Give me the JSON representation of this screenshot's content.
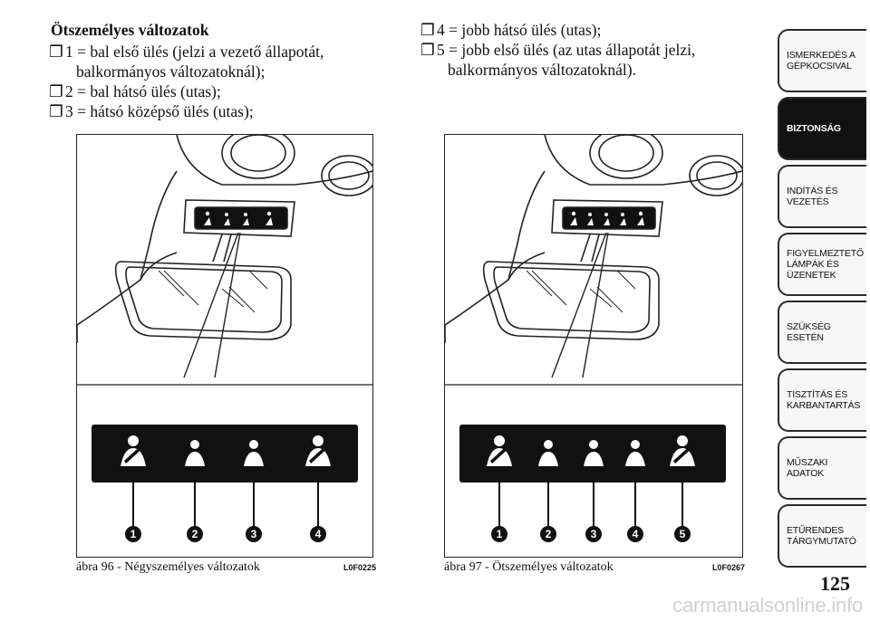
{
  "left_column": {
    "heading": "Ötszemélyes változatok",
    "items": [
      {
        "bullet": "❐",
        "lines": [
          "1 = bal első ülés (jelzi a vezető állapotát,",
          "balkormányos változatoknál);"
        ]
      },
      {
        "bullet": "❐",
        "lines": [
          "2 = bal hátsó ülés (utas);"
        ]
      },
      {
        "bullet": "❐",
        "lines": [
          "3 = hátsó középső ülés (utas);"
        ]
      }
    ]
  },
  "right_column": {
    "items": [
      {
        "bullet": "❐",
        "lines": [
          "4 = jobb hátsó ülés (utas);"
        ]
      },
      {
        "bullet": "❐",
        "lines": [
          "5 = jobb első ülés (az utas állapotát jelzi,",
          "balkormányos változatoknál)."
        ]
      }
    ]
  },
  "figures": [
    {
      "caption": "ábra 96 - Négyszemélyes változatok",
      "code": "L0F0225",
      "callouts": [
        "1",
        "2",
        "3",
        "4"
      ],
      "icon": "seatbelt-icon"
    },
    {
      "caption": "ábra 97 - Ötszemélyes változatok",
      "code": "L0F0267",
      "callouts": [
        "1",
        "2",
        "3",
        "4",
        "5"
      ],
      "icon": "seatbelt-icon"
    }
  ],
  "tabs": [
    {
      "label": "ISMERKEDÉS A GÉPKOCSIVAL",
      "lines": [
        "ISMERKEDÉS A",
        "GÉPKOCSIVAL"
      ],
      "active": false
    },
    {
      "label": "BIZTONSÁG",
      "lines": [
        "BIZTONSÁG"
      ],
      "active": true
    },
    {
      "label": "INDÍTÁS ÉS VEZETÉS",
      "lines": [
        "INDÍTÁS ÉS",
        "VEZETÉS"
      ],
      "active": false
    },
    {
      "label": "FIGYELMEZTETŐ LÁMPÁK ÉS ÜZENETEK",
      "lines": [
        "FIGYELMEZTETŐ",
        "LÁMPÁK ÉS",
        "ÜZENETEK"
      ],
      "active": false
    },
    {
      "label": "SZÜKSÉG ESETÉN",
      "lines": [
        "SZÜKSÉG ESETÉN"
      ],
      "active": false
    },
    {
      "label": "TISZTÍTÁS ÉS KARBANTARTÁS",
      "lines": [
        "TISZTÍTÁS ÉS",
        "KARBANTARTÁS"
      ],
      "active": false
    },
    {
      "label": "MŰSZAKI ADATOK",
      "lines": [
        "MŰSZAKI ADATOK"
      ],
      "active": false
    },
    {
      "label": "ETŰRENDES TÁRGYMUTATÓ",
      "lines": [
        "ETŰRENDES",
        "TÁRGYMUTATÓ"
      ],
      "active": false
    }
  ],
  "page_number": "125",
  "watermark": "carmanualsonline.info"
}
